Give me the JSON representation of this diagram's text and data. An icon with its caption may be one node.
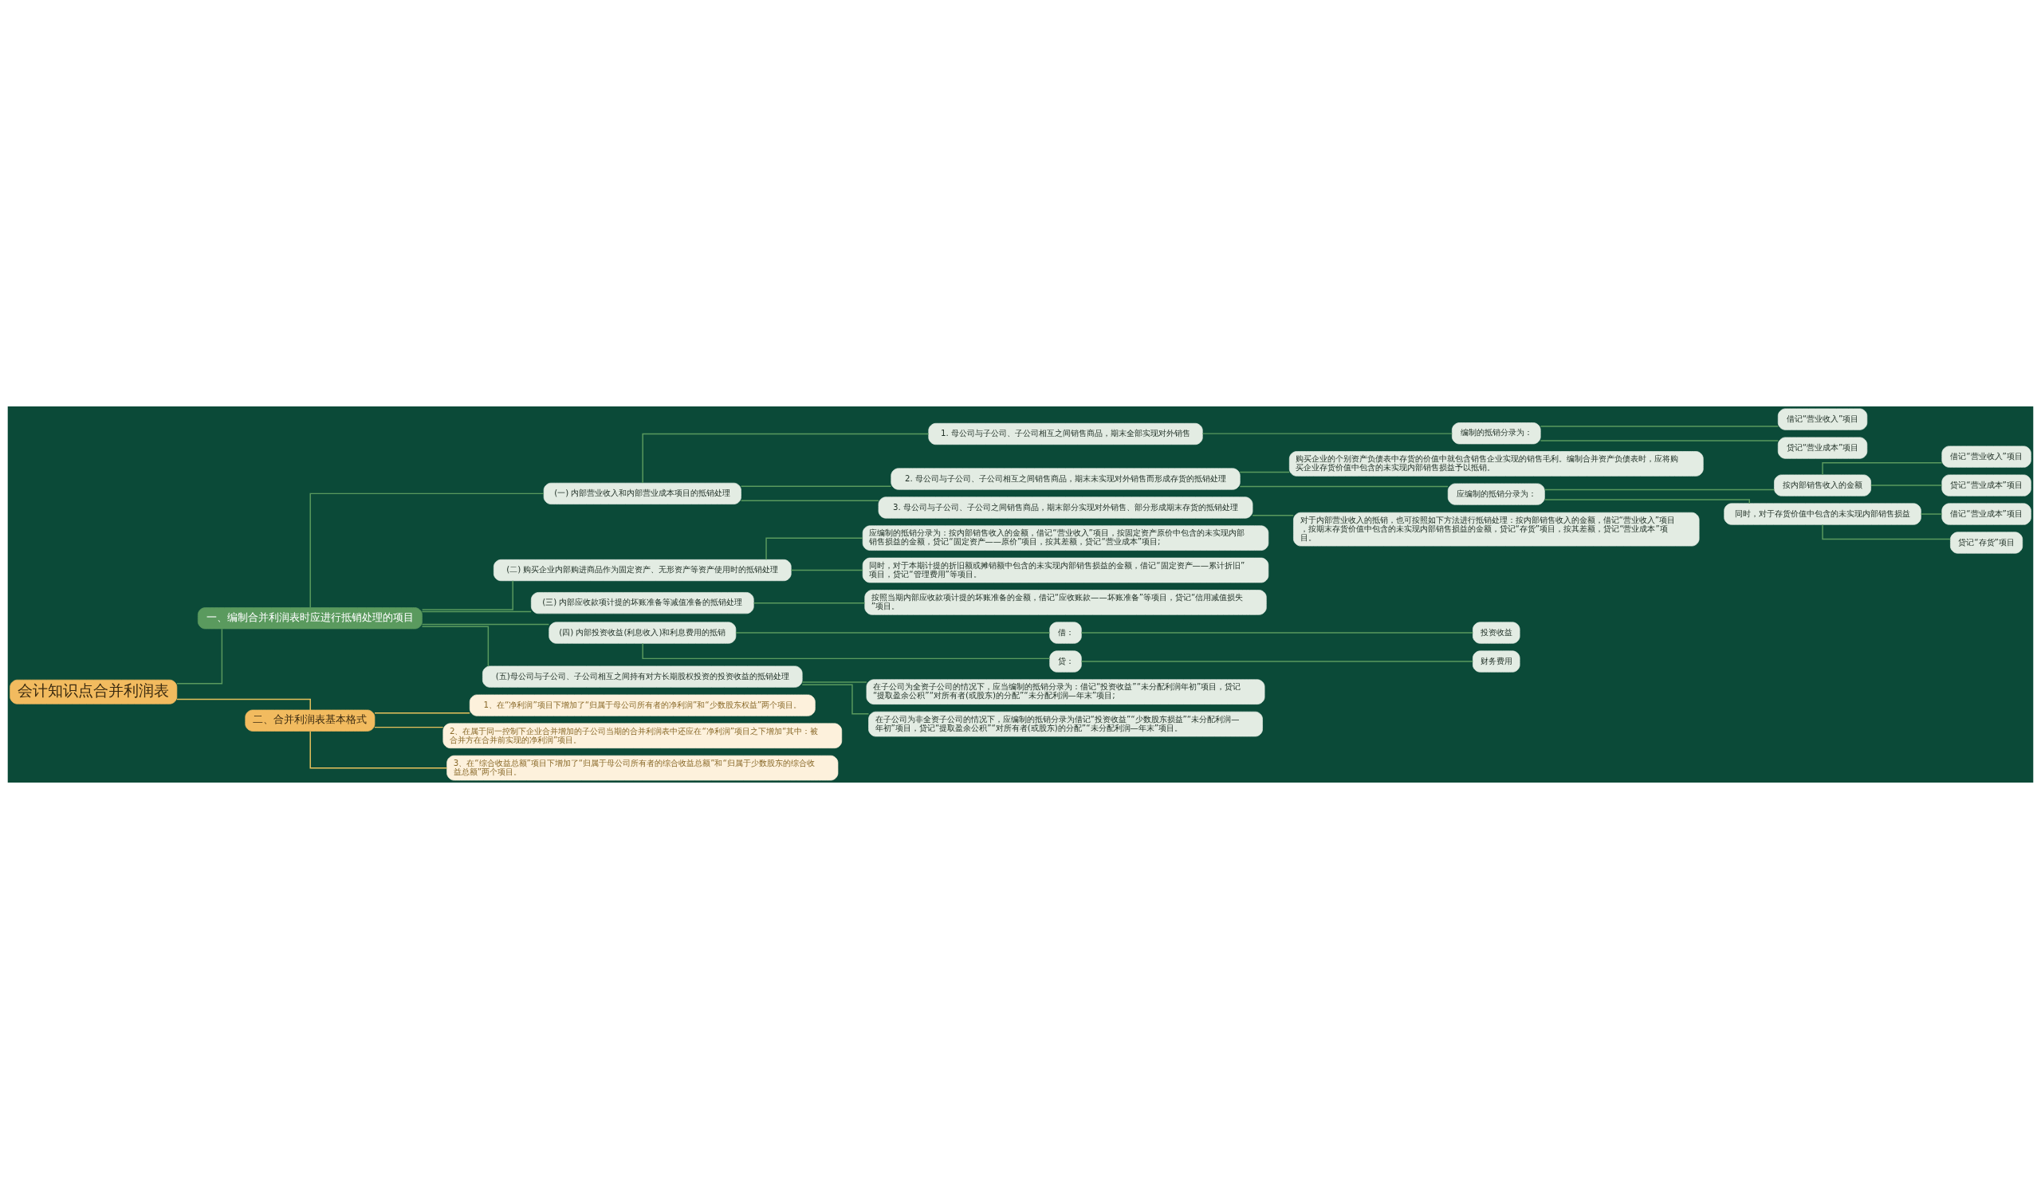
{
  "diagram": {
    "nodes": [
      {
        "text": [
          "会计知识点合并利润表"
        ]
      },
      {
        "text": [
          "一、编制合并利润表时应进行抵销处理的项目"
        ]
      },
      {
        "text": [
          "(一) 内部营业收入和内部营业成本项目的抵销处理"
        ]
      },
      {
        "text": [
          "1. 母公司与子公司、子公司相互之间销售商品，期末全部实现对外销售"
        ]
      },
      {
        "text": [
          "编制的抵销分录为："
        ]
      },
      {
        "text": [
          "借记“营业收入”项目"
        ]
      },
      {
        "text": [
          "贷记“营业成本”项目"
        ]
      },
      {
        "text": [
          "2. 母公司与子公司、子公司相互之间销售商品，期末未实现对外销售而形成存货的抵销处理"
        ]
      },
      {
        "text": [
          "购买企业的个别资产负债表中存货的价值中就包含销售企业实现的销售毛利。编制合并资产负债表时，应将购买企业存货价值中包含的未实现内部销售损益予以抵销。"
        ]
      },
      {
        "text": [
          "应编制的抵销分录为："
        ]
      },
      {
        "text": [
          "按内部销售收入的金额"
        ]
      },
      {
        "text": [
          "借记“营业收入”项目"
        ]
      },
      {
        "text": [
          "贷记“营业成本”项目"
        ]
      },
      {
        "text": [
          "同时，对于存货价值中包含的未实现内部销售损益"
        ]
      },
      {
        "text": [
          "借记“营业成本”项目"
        ]
      },
      {
        "text": [
          "贷记“存货”项目"
        ]
      },
      {
        "text": [
          "3. 母公司与子公司、子公司之间销售商品，期末部分实现对外销售、部分形成期末存货的抵销处理"
        ]
      },
      {
        "text": [
          "对于内部营业收入的抵销，也可按照如下方法进行抵销处理：按内部销售收入的金额，借记“营业收入”项目，按期末存货价值中包含的未实现内部销售损益的金额，贷记“存货”项目，按其差额，贷记“营业成本”项目。"
        ]
      },
      {
        "text": [
          "(二) 购买企业内部购进商品作为固定资产、无形资产等资产使用时的抵销处理"
        ]
      },
      {
        "text": [
          "应编制的抵销分录为：按内部销售收入的金额，借记“营业收入”项目，按固定资产原价中包含的未实现内部销售损益的金额，贷记“固定资产——原价”项目，按其差额，贷记“营业成本”项目;"
        ]
      },
      {
        "text": [
          "同时，对于本期计提的折旧额或摊销额中包含的未实现内部销售损益的金额，借记“固定资产——累计折旧”项目，贷记“管理费用”等项目。"
        ]
      },
      {
        "text": [
          "(三) 内部应收款项计提的坏账准备等减值准备的抵销处理"
        ]
      },
      {
        "text": [
          "按照当期内部应收款项计提的坏账准备的金额，借记“应收账款——坏账准备”等项目，贷记“信用减值损失”项目。"
        ]
      },
      {
        "text": [
          "(四) 内部投资收益(利息收入)和利息费用的抵销"
        ]
      },
      {
        "text": [
          "借："
        ]
      },
      {
        "text": [
          "投资收益"
        ]
      },
      {
        "text": [
          "贷："
        ]
      },
      {
        "text": [
          "财务费用"
        ]
      },
      {
        "text": [
          "(五)母公司与子公司、子公司相互之间持有对方长期股权投资的投资收益的抵销处理"
        ]
      },
      {
        "text": [
          "在子公司为全资子公司的情况下，应当编制的抵销分录为：借记“投资收益”“未分配利润年初”项目，贷记“提取盈余公积”“对所有者(或股东)的分配”“未分配利润—年末”项目;"
        ]
      },
      {
        "text": [
          "在子公司为非全资子公司的情况下，应编制的抵销分录为借记“投资收益”“少数股东损益”“未分配利润—年初”项目，贷记“提取盈余公积”“对所有者(或股东)的分配”“未分配利润—年末”项目。"
        ]
      },
      {
        "text": [
          "二、合并利润表基本格式"
        ]
      },
      {
        "text": [
          "1、在“净利润”项目下增加了“归属于母公司所有者的净利润”和“少数股东权益”两个项目。"
        ]
      },
      {
        "text": [
          "2、在属于同一控制下企业合并增加的子公司当期的合并利润表中还应在“净利润”项目之下增加“其中：被合并方在合并前实现的净利润”项目。"
        ]
      },
      {
        "text": [
          "3、在“综合收益总额”项目下增加了“归属于母公司所有者的综合收益总额”和“归属于少数股东的综合收益总额”两个项目。"
        ]
      }
    ],
    "edges": [
      {
        "from": 0,
        "to": 1,
        "arrow": "none"
      },
      {
        "from": 1,
        "to": 2,
        "arrow": "none"
      },
      {
        "from": 2,
        "to": 3,
        "arrow": "none"
      },
      {
        "from": 3,
        "to": 4,
        "arrow": "none"
      },
      {
        "from": 4,
        "to": 5,
        "arrow": "none"
      },
      {
        "from": 4,
        "to": 6,
        "arrow": "none"
      },
      {
        "from": 2,
        "to": 7,
        "arrow": "none"
      },
      {
        "from": 7,
        "to": 8,
        "arrow": "none"
      },
      {
        "from": 7,
        "to": 9,
        "arrow": "none"
      },
      {
        "from": 9,
        "to": 10,
        "arrow": "none"
      },
      {
        "from": 10,
        "to": 11,
        "arrow": "none"
      },
      {
        "from": 10,
        "to": 12,
        "arrow": "none"
      },
      {
        "from": 9,
        "to": 13,
        "arrow": "none"
      },
      {
        "from": 13,
        "to": 14,
        "arrow": "none"
      },
      {
        "from": 13,
        "to": 15,
        "arrow": "none"
      },
      {
        "from": 2,
        "to": 16,
        "arrow": "none"
      },
      {
        "from": 16,
        "to": 17,
        "arrow": "none"
      },
      {
        "from": 1,
        "to": 18,
        "arrow": "none"
      },
      {
        "from": 18,
        "to": 19,
        "arrow": "none"
      },
      {
        "from": 18,
        "to": 20,
        "arrow": "none"
      },
      {
        "from": 1,
        "to": 21,
        "arrow": "none"
      },
      {
        "from": 21,
        "to": 22,
        "arrow": "none"
      },
      {
        "from": 1,
        "to": 23,
        "arrow": "none"
      },
      {
        "from": 23,
        "to": 24,
        "arrow": "none"
      },
      {
        "from": 24,
        "to": 25,
        "arrow": "none"
      },
      {
        "from": 23,
        "to": 26,
        "arrow": "none"
      },
      {
        "from": 26,
        "to": 27,
        "arrow": "none"
      },
      {
        "from": 1,
        "to": 28,
        "arrow": "none"
      },
      {
        "from": 28,
        "to": 29,
        "arrow": "none"
      },
      {
        "from": 28,
        "to": 30,
        "arrow": "none"
      },
      {
        "from": 0,
        "to": 31,
        "arrow": "none",
        "color": "#e8c15c"
      },
      {
        "from": 31,
        "to": 32,
        "arrow": "none",
        "color": "#e8c15c"
      },
      {
        "from": 31,
        "to": 33,
        "arrow": "none",
        "color": "#e8c15c"
      },
      {
        "from": 31,
        "to": 34,
        "arrow": "none",
        "color": "#e8c15c"
      }
    ]
  }
}
